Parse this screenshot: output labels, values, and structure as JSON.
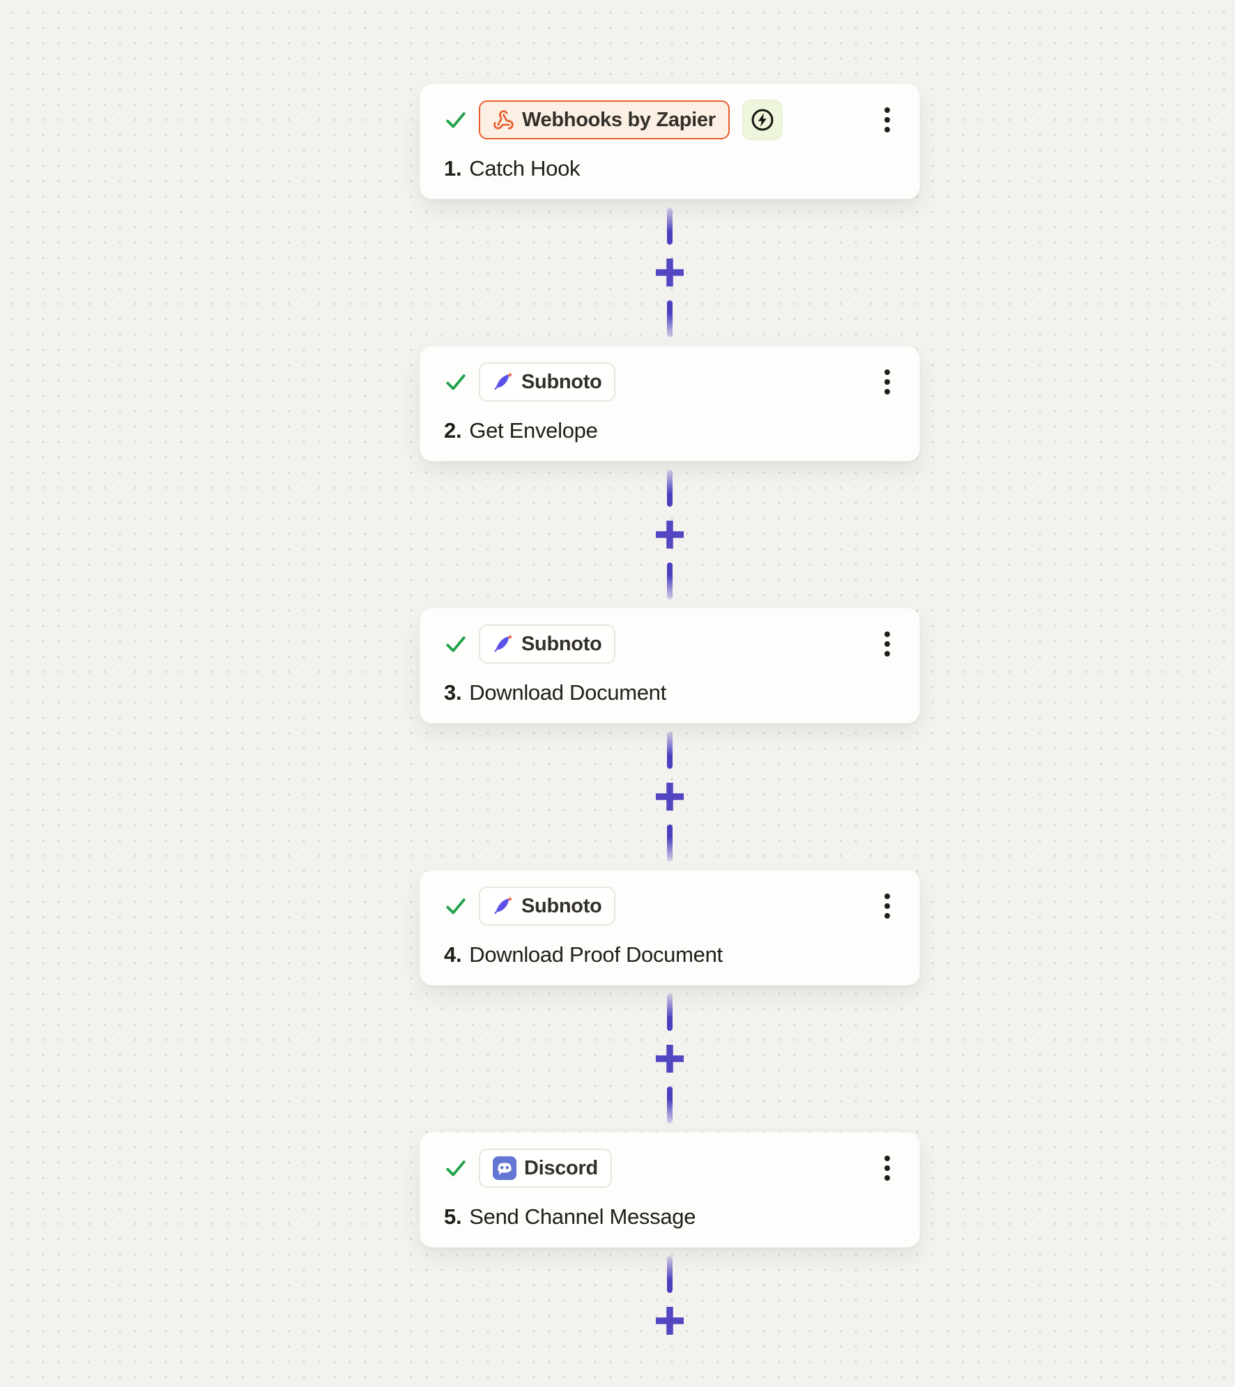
{
  "canvas": {
    "background_color": "#f3f2ef",
    "dot_color": "#d7d5d0",
    "connector_color": "#4b3fc0",
    "plus_color": "#5246c2"
  },
  "colors": {
    "card_background": "#fdfdfb",
    "check_green": "#1fa24a",
    "webhooks_orange": "#e95c2c",
    "webhooks_pill_background": "#fcefe4",
    "instant_badge_background": "#edf5dc",
    "subnoto_indigo": "#5b50e8",
    "subnoto_sparkle_orange": "#ee5a3a",
    "discord_blurple": "#6476d4",
    "title_text": "#201d19"
  },
  "steps": [
    {
      "index": "1.",
      "title": "Catch Hook",
      "app": "Webhooks by Zapier",
      "app_icon": "webhook-icon",
      "status_icon": "check-icon",
      "instant_trigger_badge": true,
      "menu_icon": "kebab-menu-icon"
    },
    {
      "index": "2.",
      "title": "Get Envelope",
      "app": "Subnoto",
      "app_icon": "subnoto-feather-icon",
      "status_icon": "check-icon",
      "instant_trigger_badge": false,
      "menu_icon": "kebab-menu-icon"
    },
    {
      "index": "3.",
      "title": "Download Document",
      "app": "Subnoto",
      "app_icon": "subnoto-feather-icon",
      "status_icon": "check-icon",
      "instant_trigger_badge": false,
      "menu_icon": "kebab-menu-icon"
    },
    {
      "index": "4.",
      "title": "Download Proof Document",
      "app": "Subnoto",
      "app_icon": "subnoto-feather-icon",
      "status_icon": "check-icon",
      "instant_trigger_badge": false,
      "menu_icon": "kebab-menu-icon"
    },
    {
      "index": "5.",
      "title": "Send Channel Message",
      "app": "Discord",
      "app_icon": "discord-icon",
      "status_icon": "check-icon",
      "instant_trigger_badge": false,
      "menu_icon": "kebab-menu-icon"
    }
  ],
  "connectors": {
    "count": 5,
    "add_step_icon": "plus-icon"
  }
}
